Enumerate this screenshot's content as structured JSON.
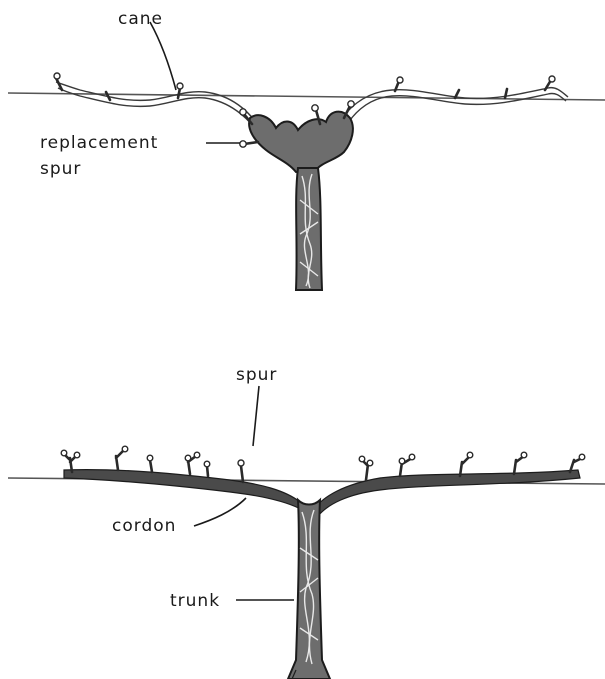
{
  "diagram": {
    "top": {
      "labels": {
        "cane": "cane",
        "replacement_line1": "replacement",
        "replacement_line2": "spur"
      }
    },
    "bottom": {
      "labels": {
        "spur": "spur",
        "cordon": "cordon",
        "trunk": "trunk"
      }
    }
  },
  "colors": {
    "background": "#ffffff",
    "ink": "#1a1a1a",
    "wood": "#6d6d6d",
    "wire": "#555555"
  }
}
